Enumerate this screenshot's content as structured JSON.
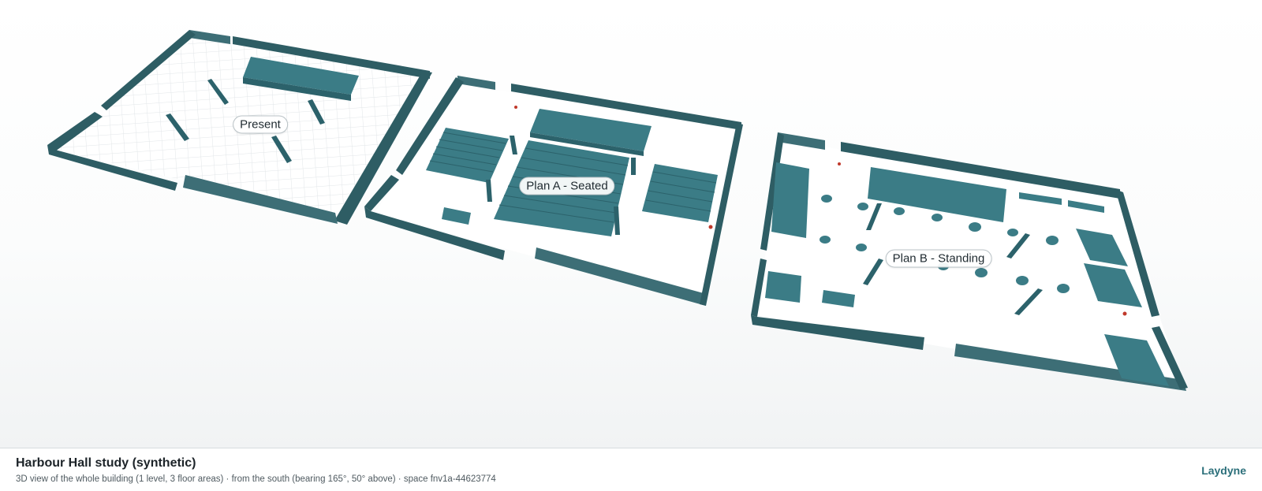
{
  "footer": {
    "title": "Harbour Hall study (synthetic)",
    "subtitle": "3D view of the whole building (1 level, 3 floor areas) · from the south (bearing 165°, 50° above) · space fnv1a-44623774",
    "brand": "Laydyne"
  },
  "rooms": [
    {
      "label": "Present"
    },
    {
      "label": "Plan A - Seated"
    },
    {
      "label": "Plan B - Standing"
    }
  ],
  "colors": {
    "wall_top": "#2e5d64",
    "wall_face": "#3d6e76",
    "furniture": "#3b7c86",
    "furniture_dark": "#2c626b",
    "floor": "#ffffff",
    "marker": "#c0392b",
    "brand": "#2b6f7a"
  }
}
